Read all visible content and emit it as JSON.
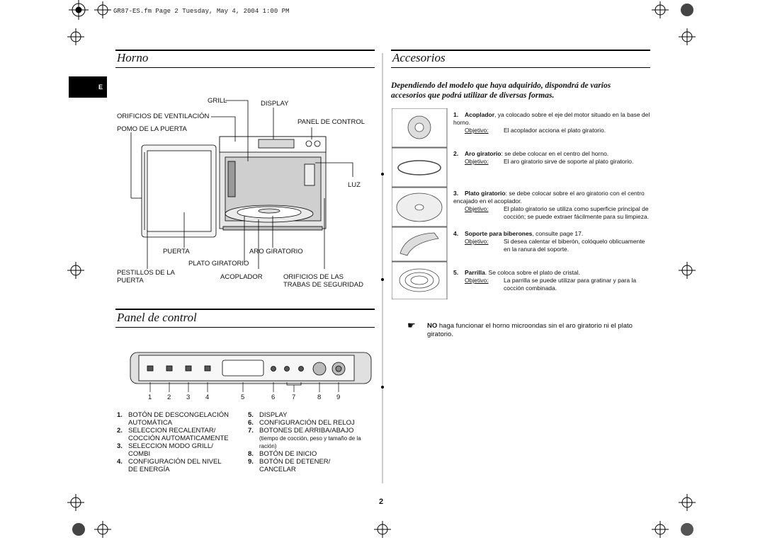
{
  "header": "GR87-ES.fm  Page 2  Tuesday, May 4, 2004  1:00 PM",
  "lang_tab": "E",
  "page_number": "2",
  "horno": {
    "title": "Horno",
    "labels": {
      "grill": "GRILL",
      "display": "DISPLAY",
      "orificios_vent": "ORIFICIOS DE VENTILACIÓN",
      "panel_control": "PANEL DE CONTROL",
      "pomo": "POMO DE LA PUERTA",
      "luz": "LUZ",
      "puerta": "PUERTA",
      "aro": "ARO GIRATORIO",
      "plato": "PLATO GIRATORIO",
      "pestillos_1": "PESTILLOS DE LA",
      "pestillos_2": "PUERTA",
      "acoplador": "ACOPLADOR",
      "orificios_trabas_1": "ORIFICIOS DE LAS",
      "orificios_trabas_2": "TRABAS DE SEGURIDAD"
    }
  },
  "panel": {
    "title": "Panel de control",
    "numbers": [
      "1",
      "2",
      "3",
      "4",
      "5",
      "6",
      "7",
      "8",
      "9"
    ],
    "items_left": [
      {
        "n": "1.",
        "lines": [
          "BOTÓN DE DESCONGELACIÓN",
          "AUTOMÁTICA"
        ]
      },
      {
        "n": "2.",
        "lines": [
          "SELECCION RECALENTAR/",
          "COCCIÓN AUTOMATICAMENTE"
        ]
      },
      {
        "n": "3.",
        "lines": [
          "SELECCION MODO GRILL/",
          "COMBI"
        ]
      },
      {
        "n": "4.",
        "lines": [
          "CONFIGURACIÓN DEL NIVEL",
          "DE ENERGÍA"
        ]
      }
    ],
    "items_right": [
      {
        "n": "5.",
        "lines": [
          "DISPLAY"
        ]
      },
      {
        "n": "6.",
        "lines": [
          "CONFIGURACIÓN DEL RELOJ"
        ]
      },
      {
        "n": "7.",
        "lines": [
          "BOTONES  DE ARRIBA/ABAJO"
        ],
        "note": "(tiempo de cocción, peso y tamaño de la ración)"
      },
      {
        "n": "8.",
        "lines": [
          "BOTÓN DE INICIO"
        ]
      },
      {
        "n": "9.",
        "lines": [
          "BOTÓN DE DETENER/",
          "CANCELAR"
        ]
      }
    ]
  },
  "accesorios": {
    "title": "Accesorios",
    "intro": "Dependiendo del modelo que haya adquirido, dispondrá de varios accesorios que podrá utilizar de diversas formas.",
    "objetivo_label": "Objetivo:",
    "items": [
      {
        "n": "1.",
        "name": "Acoplador",
        "text": ", ya colocado sobre el eje del motor situado en la base del horno.",
        "objetivo": "El acoplador acciona el plato giratorio."
      },
      {
        "n": "2.",
        "name": "Aro giratorio",
        "text": ": se debe colocar en el centro del horno.",
        "objetivo": "El aro giratorio sirve de soporte al plato giratorio."
      },
      {
        "n": "3.",
        "name": "Plato giratorio",
        "text": ": se debe colocar sobre el aro giratorio con el centro encajado en el acoplador.",
        "objetivo": "El plato giratorio se utiliza como superficie principal de cocción; se puede extraer fácilmente para su limpieza."
      },
      {
        "n": "4.",
        "name": "Soporte para biberones",
        "text": ", consulte page 17.",
        "objetivo": "Si desea calentar el biberón, colóquelo oblicuamente en la ranura del soporte."
      },
      {
        "n": "5.",
        "name": "Parrilla",
        "text": ". Se coloca sobre el plato de cristal.",
        "objetivo": "La parrilla se puede utilizar para gratinar y para la cocción combinada."
      }
    ],
    "note_bold": "NO",
    "note_text": " haga funcionar el horno microondas sin el aro giratorio ni el plato giratorio."
  }
}
